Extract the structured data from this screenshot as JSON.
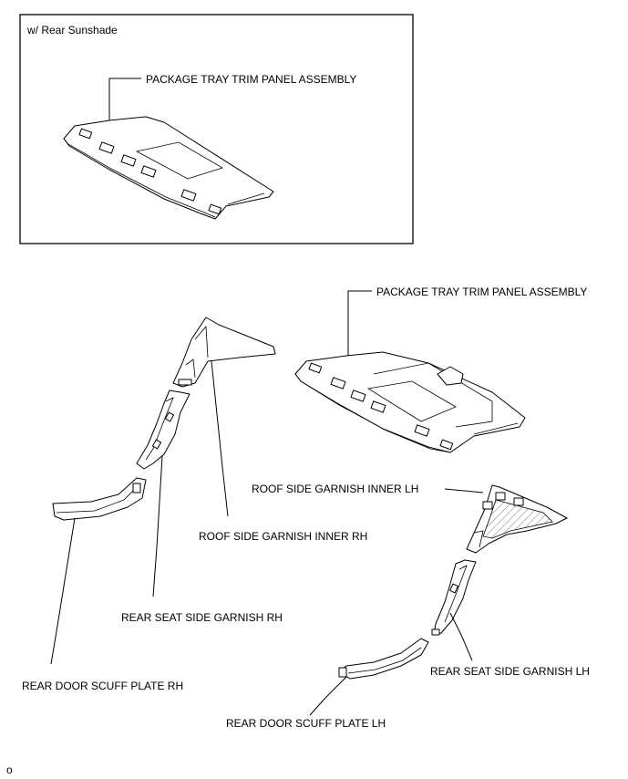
{
  "inset": {
    "condition": "w/ Rear Sunshade",
    "label": "PACKAGE TRAY TRIM PANEL ASSEMBLY"
  },
  "labels": {
    "package_tray": "PACKAGE TRAY TRIM PANEL ASSEMBLY",
    "roof_garnish_rh": "ROOF SIDE  GARNISH INNER RH",
    "roof_garnish_lh": "ROOF SIDE GARNISH INNER LH",
    "seat_garnish_rh": "REAR SEAT SIDE GARNISH RH",
    "seat_garnish_lh": "REAR SEAT SIDE GARNISH LH",
    "scuff_rh": "REAR DOOR SCUFF PLATE RH",
    "scuff_lh": "REAR DOOR SCUFF PLATE LH"
  },
  "footer_mark": "o"
}
